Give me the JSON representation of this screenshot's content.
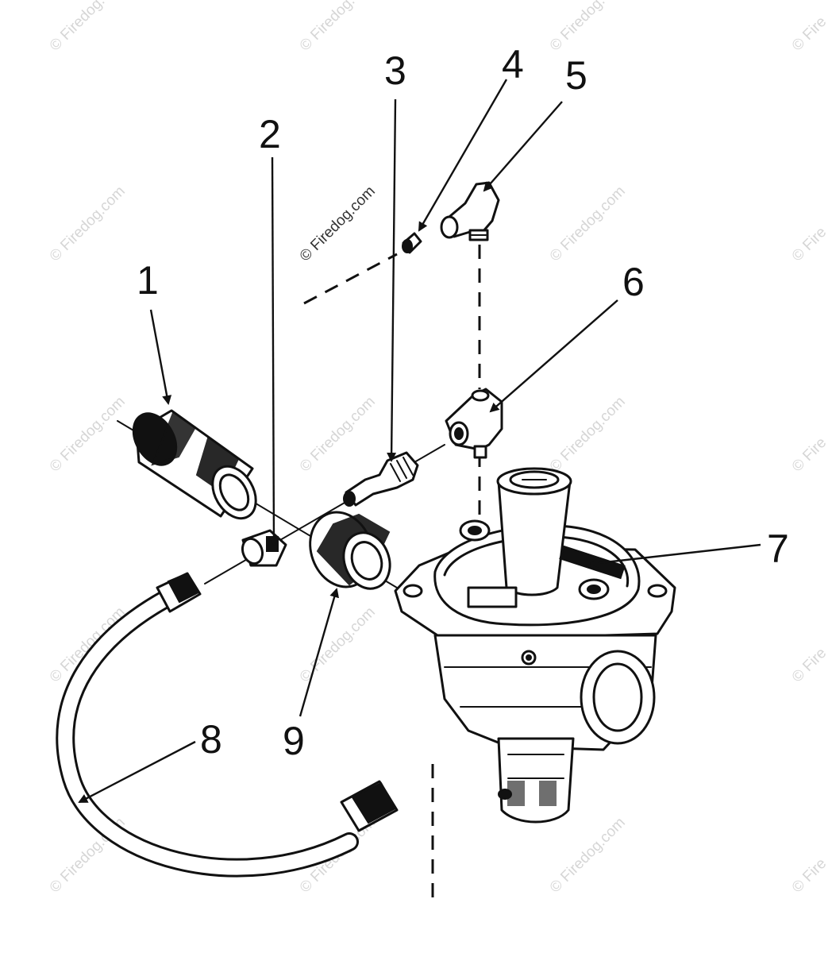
{
  "watermark": {
    "text": "© Firedog.com",
    "short_text": "© Fire"
  },
  "callouts": [
    {
      "id": "1",
      "label": "1"
    },
    {
      "id": "2",
      "label": "2"
    },
    {
      "id": "3",
      "label": "3"
    },
    {
      "id": "4",
      "label": "4"
    },
    {
      "id": "5",
      "label": "5"
    },
    {
      "id": "6",
      "label": "6"
    },
    {
      "id": "7",
      "label": "7"
    },
    {
      "id": "8",
      "label": "8"
    },
    {
      "id": "9",
      "label": "9"
    }
  ]
}
